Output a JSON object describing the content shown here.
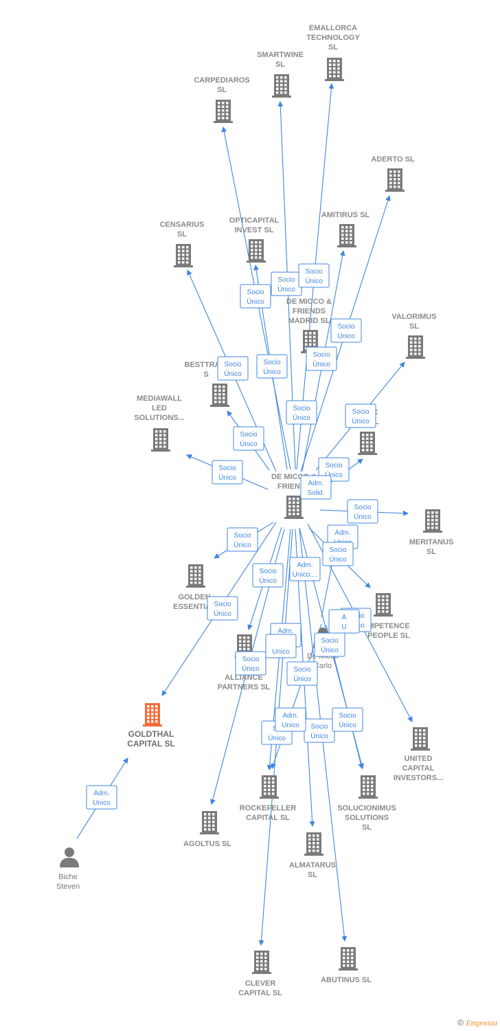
{
  "colors": {
    "company": "#7a7a7a",
    "highlight": "#f26b3a",
    "edge": "#3f86de",
    "label": "#8a8a8a"
  },
  "nodes": [
    {
      "id": "hub",
      "type": "company",
      "lines": [
        "DE MICCO &",
        "FRIENDS"
      ]
    },
    {
      "id": "madrid",
      "type": "company",
      "lines": [
        "DE MICCO &",
        "FRIENDS",
        "MADRID  SL"
      ]
    },
    {
      "id": "emallorca",
      "type": "company",
      "lines": [
        "EMALLORCA",
        "TECHNOLOGY",
        "SL"
      ]
    },
    {
      "id": "smartwine",
      "type": "company",
      "lines": [
        "SMARTWINE",
        "SL"
      ]
    },
    {
      "id": "carpediaros",
      "type": "company",
      "lines": [
        "CARPEDIAROS",
        "SL"
      ]
    },
    {
      "id": "aderto",
      "type": "company",
      "lines": [
        "ADERTO  SL"
      ]
    },
    {
      "id": "censarius",
      "type": "company",
      "lines": [
        "CENSARIUS",
        "SL"
      ]
    },
    {
      "id": "opticapital",
      "type": "company",
      "lines": [
        "OPTICAPITAL",
        "INVEST  SL"
      ]
    },
    {
      "id": "amitirus",
      "type": "company",
      "lines": [
        "AMITIRUS  SL"
      ]
    },
    {
      "id": "valorimus",
      "type": "company",
      "lines": [
        "VALORIMUS",
        "SL"
      ]
    },
    {
      "id": "besttrading",
      "type": "company",
      "lines": [
        "BESTTRADI",
        "S"
      ]
    },
    {
      "id": "mediawall",
      "type": "company",
      "lines": [
        "MEDIAWALL",
        "LED",
        "SOLUTIONS..."
      ]
    },
    {
      "id": "vic",
      "type": "company",
      "lines": [
        "IC",
        "SL"
      ]
    },
    {
      "id": "meritanus",
      "type": "company",
      "lines": [
        "MERITANUS",
        "SL"
      ]
    },
    {
      "id": "golden",
      "type": "company",
      "lines": [
        "GOLDEN",
        "ESSENTIAL"
      ]
    },
    {
      "id": "competence",
      "type": "company",
      "lines": [
        "MPETENCE",
        "PEOPLE  SL"
      ]
    },
    {
      "id": "global",
      "type": "company",
      "lines": [
        "GL",
        "ALLIANCE",
        "PARTNERS  SL"
      ]
    },
    {
      "id": "goldthal",
      "type": "company_highlight",
      "lines": [
        "GOLDTHAL",
        "CAPITAL  SL"
      ]
    },
    {
      "id": "united",
      "type": "company",
      "lines": [
        "UNITED",
        "CAPITAL",
        "INVESTORS..."
      ]
    },
    {
      "id": "rockefeller",
      "type": "company",
      "lines": [
        "ROCKEFELLER",
        "CAPITAL  SL"
      ]
    },
    {
      "id": "solucionimus",
      "type": "company",
      "lines": [
        "SOLUCIONIMUS",
        "SOLUTIONS",
        "SL"
      ]
    },
    {
      "id": "agoltus",
      "type": "company",
      "lines": [
        "AGOLTUS  SL"
      ]
    },
    {
      "id": "almatarus",
      "type": "company",
      "lines": [
        "ALMATARUS",
        "SL"
      ]
    },
    {
      "id": "clever",
      "type": "company",
      "lines": [
        "CLEVER",
        "CAPITAL  SL"
      ]
    },
    {
      "id": "abutinus",
      "type": "company",
      "lines": [
        "ABUTINUS  SL"
      ]
    },
    {
      "id": "demicco_carlo",
      "type": "person",
      "lines": [
        "De Micco",
        "Carlo"
      ]
    },
    {
      "id": "biche",
      "type": "person",
      "lines": [
        "Biche",
        "Steven"
      ]
    }
  ],
  "edges": [
    {
      "from": "hub",
      "to": "emallorca"
    },
    {
      "from": "hub",
      "to": "smartwine"
    },
    {
      "from": "hub",
      "to": "carpediaros"
    },
    {
      "from": "hub",
      "to": "aderto"
    },
    {
      "from": "hub",
      "to": "censarius"
    },
    {
      "from": "hub",
      "to": "opticapital"
    },
    {
      "from": "hub",
      "to": "amitirus"
    },
    {
      "from": "hub",
      "to": "valorimus"
    },
    {
      "from": "hub",
      "to": "besttrading"
    },
    {
      "from": "hub",
      "to": "mediawall"
    },
    {
      "from": "hub",
      "to": "vic"
    },
    {
      "from": "hub",
      "to": "meritanus"
    },
    {
      "from": "hub",
      "to": "golden"
    },
    {
      "from": "hub",
      "to": "competence"
    },
    {
      "from": "hub",
      "to": "global"
    },
    {
      "from": "hub",
      "to": "goldthal"
    },
    {
      "from": "hub",
      "to": "united"
    },
    {
      "from": "hub",
      "to": "rockefeller"
    },
    {
      "from": "hub",
      "to": "solucionimus"
    },
    {
      "from": "hub",
      "to": "agoltus"
    },
    {
      "from": "hub",
      "to": "almatarus"
    },
    {
      "from": "hub",
      "to": "clever"
    },
    {
      "from": "hub",
      "to": "abutinus"
    },
    {
      "from": "demicco_carlo",
      "to": "madrid"
    },
    {
      "from": "demicco_carlo",
      "to": "rockefeller"
    },
    {
      "from": "demicco_carlo",
      "to": "solucionimus"
    },
    {
      "from": "biche",
      "to": "goldthal"
    }
  ],
  "edge_labels": [
    {
      "lines": [
        "Socio",
        "Único"
      ]
    },
    {
      "lines": [
        "Socio",
        "Único"
      ]
    },
    {
      "lines": [
        "Socio",
        "Único"
      ]
    },
    {
      "lines": [
        "Socio",
        "Único"
      ]
    },
    {
      "lines": [
        "Socio",
        "Único"
      ]
    },
    {
      "lines": [
        "Socio",
        "Único"
      ]
    },
    {
      "lines": [
        "Socio",
        "Único"
      ]
    },
    {
      "lines": [
        "Socio",
        "Único"
      ]
    },
    {
      "lines": [
        "Socio",
        "Único"
      ]
    },
    {
      "lines": [
        "Socio",
        "Único"
      ]
    },
    {
      "lines": [
        "Socio",
        "Único"
      ]
    },
    {
      "lines": [
        "Socio",
        "Único"
      ]
    },
    {
      "lines": [
        "Adm.",
        "Solid."
      ]
    },
    {
      "lines": [
        "Socio",
        "Único"
      ]
    },
    {
      "lines": [
        "Adm.",
        "Unico"
      ]
    },
    {
      "lines": [
        "Socio",
        "Único"
      ]
    },
    {
      "lines": [
        "Socio",
        "Único"
      ]
    },
    {
      "lines": [
        "Socio",
        "Único"
      ]
    },
    {
      "lines": [
        "Adm.",
        "Unico,..."
      ]
    },
    {
      "lines": [
        "Socio",
        "Único"
      ]
    },
    {
      "lines": [
        "Socio",
        "Único"
      ]
    },
    {
      "lines": [
        "A",
        "U"
      ]
    },
    {
      "lines": [
        "Socio",
        "Único"
      ]
    },
    {
      "lines": [
        "Adm.",
        "Unico"
      ]
    },
    {
      "lines": [
        "",
        "Unico"
      ]
    },
    {
      "lines": [
        "Socio",
        "Único"
      ]
    },
    {
      "lines": [
        "Socio",
        "Único"
      ]
    },
    {
      "lines": [
        "Socio",
        "Único"
      ]
    },
    {
      "lines": [
        "So",
        "Único"
      ]
    },
    {
      "lines": [
        "Adm.",
        "Unico"
      ]
    },
    {
      "lines": [
        "Socio",
        "Único"
      ]
    },
    {
      "lines": [
        "Adm.",
        "Unico"
      ]
    },
    {
      "lines": [
        "Adm.",
        "Unico,..."
      ]
    }
  ],
  "footer": {
    "copyright": "©",
    "brand": "Empresia"
  }
}
